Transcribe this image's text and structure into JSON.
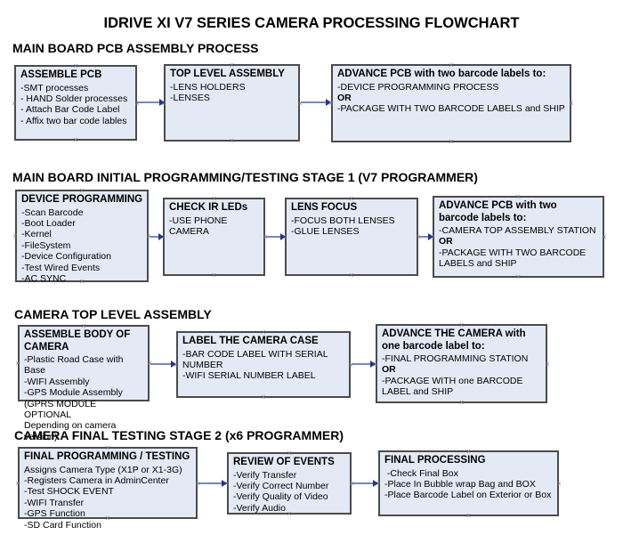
{
  "title": "IDRIVE XI V7 SERIES CAMERA PROCESSING FLOWCHART",
  "colors": {
    "box_fill": "#e4eaf5",
    "box_border": "#4b4b4b",
    "arrow_line": "#7788bb",
    "arrow_head": "#24358c",
    "handle": "#7a7a7a"
  },
  "sections": [
    {
      "heading": "MAIN BOARD PCB ASSEMBLY PROCESS",
      "boxes": [
        {
          "title": "ASSEMBLE PCB",
          "items": [
            "-SMT processes",
            "- HAND Solder processes",
            "- Attach Bar Code Label",
            "- Affix two bar code lables"
          ]
        },
        {
          "title": "TOP LEVEL ASSEMBLY",
          "items": [
            "-LENS HOLDERS",
            "-LENSES"
          ]
        },
        {
          "title": "ADVANCE PCB with two barcode labels to:",
          "items": [
            "-DEVICE PROGRAMMING PROCESS",
            "OR",
            "-PACKAGE WITH TWO BARCODE LABELS and SHIP"
          ]
        }
      ]
    },
    {
      "heading": "MAIN BOARD INITIAL PROGRAMMING/TESTING STAGE 1 (V7 PROGRAMMER)",
      "boxes": [
        {
          "title": "DEVICE PROGRAMMING",
          "items": [
            "-Scan Barcode",
            "-Boot Loader",
            "-Kernel",
            "-FileSystem",
            "-Device Configuration",
            "-Test Wired Events",
            "-AC SYNC"
          ]
        },
        {
          "title": "CHECK IR LEDs",
          "items": [
            "-USE PHONE CAMERA"
          ]
        },
        {
          "title": "LENS FOCUS",
          "items": [
            "-FOCUS BOTH LENSES",
            "-GLUE LENSES"
          ]
        },
        {
          "title": "ADVANCE PCB with two barcode labels to:",
          "items": [
            "-CAMERA TOP ASSEMBLY STATION",
            "OR",
            "-PACKAGE WITH TWO BARCODE LABELS and SHIP"
          ]
        }
      ]
    },
    {
      "heading": "CAMERA TOP LEVEL ASSEMBLY",
      "boxes": [
        {
          "title": "ASSEMBLE BODY OF CAMERA",
          "items": [
            "-Plastic Road Case with Base",
            "-WIFI Assembly",
            "-GPS Module Assembly",
            "(GPRS MODULE OPTIONAL",
            "Depending on camera version)"
          ]
        },
        {
          "title": "LABEL THE CAMERA CASE",
          "items": [
            "-BAR CODE LABEL WITH SERIAL NUMBER",
            "-WIFI SERIAL NUMBER LABEL"
          ]
        },
        {
          "title": "ADVANCE THE CAMERA with one barcode label to:",
          "items": [
            "-FINAL PROGRAMMING STATION",
            "OR",
            "-PACKAGE WITH one BARCODE LABEL and SHIP"
          ]
        }
      ]
    },
    {
      "heading": "CAMERA FINAL TESTING STAGE 2 (x6 PROGRAMMER)",
      "boxes": [
        {
          "title": "FINAL PROGRAMMING / TESTING",
          "items": [
            "Assigns Camera Type (X1P or X1-3G)",
            "-Registers Camera in AdminCenter",
            "-Test SHOCK EVENT",
            "-WIFI Transfer",
            "-GPS Function",
            "-SD Card Function"
          ]
        },
        {
          "title": "REVIEW OF EVENTS",
          "items": [
            "-Verify Transfer",
            "-Verify Correct Number",
            "-Verify Quality of Video",
            "-Verify Audio"
          ]
        },
        {
          "title": "FINAL PROCESSING",
          "items": [
            " -Check Final Box",
            "-Place In Bubble wrap Bag and BOX",
            "-Place Barcode Label on Exterior or Box"
          ]
        }
      ]
    }
  ]
}
